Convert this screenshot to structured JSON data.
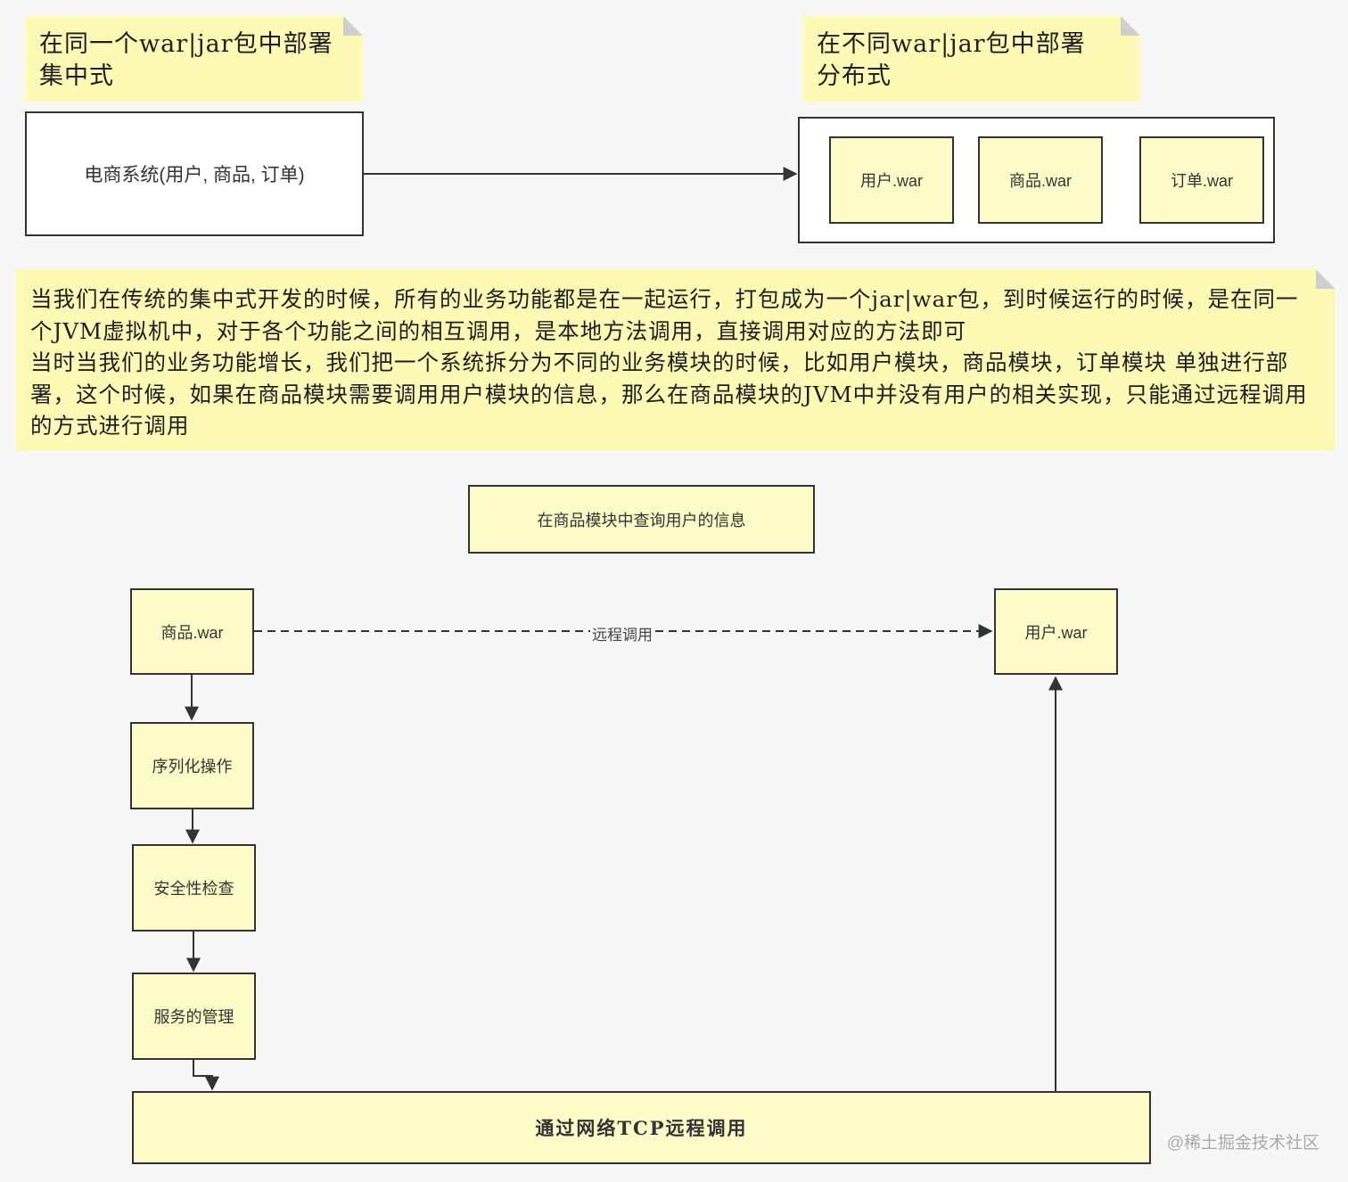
{
  "notes": {
    "centralized": "在同一个war|jar包中部署\n集中式",
    "distributed": "在不同war|jar包中部署\n分布式",
    "explanation": "当我们在传统的集中式开发的时候，所有的业务功能都是在一起运行，打包成为一个jar|war包，到时候运行的时候，是在同一个JVM虚拟机中，对于各个功能之间的相互调用，是本地方法调用，直接调用对应的方法即可\n当时当我们的业务功能增长，我们把一个系统拆分为不同的业务模块的时候，比如用户模块，商品模块，订单模块 单独进行部署，这个时候，如果在商品模块需要调用用户模块的信息，那么在商品模块的JVM中并没有用户的相关实现，只能通过远程调用的方式进行调用"
  },
  "top": {
    "monolith": "电商系统(用户, 商品, 订单)",
    "modules": [
      "用户.war",
      "商品.war",
      "订单.war"
    ]
  },
  "flow": {
    "title": "在商品模块中查询用户的信息",
    "source": "商品.war",
    "target": "用户.war",
    "remote_call_label": "远程调用",
    "steps": [
      "序列化操作",
      "安全性检查",
      "服务的管理"
    ],
    "network": "通过网络TCP远程调用"
  },
  "watermark": "@稀土掘金技术社区"
}
